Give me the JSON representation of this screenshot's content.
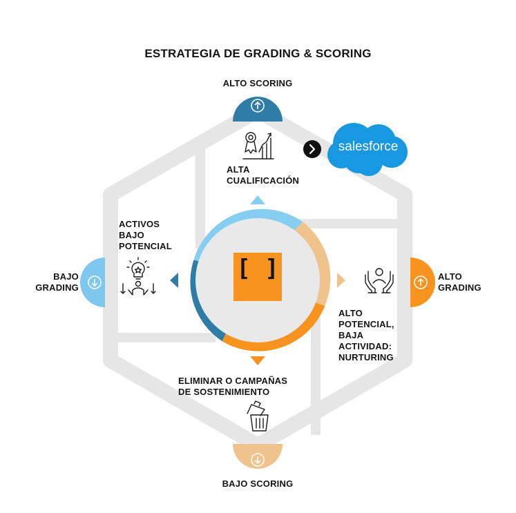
{
  "title": "ESTRATEGIA DE GRADING & SCORING",
  "axes": {
    "top": "ALTO SCORING",
    "bottom": "BAJO SCORING",
    "left": [
      "BAJO",
      "GRADING"
    ],
    "right": [
      "ALTO",
      "GRADING"
    ]
  },
  "quadrants": {
    "top": [
      "ALTA",
      "CUALIFICACIÓN"
    ],
    "left": [
      "ACTIVOS",
      "BAJO",
      "POTENCIAL"
    ],
    "right": [
      "ALTO",
      "POTENCIAL,",
      "BAJA",
      "ACTIVIDAD:",
      "NURTURING"
    ],
    "bottom": [
      "ELIMINAR O CAMPAÑAS",
      "DE SOSTENIMIENTO"
    ]
  },
  "salesforce": {
    "text": "salesforce"
  },
  "logo": {
    "text": "[ ]"
  },
  "icons": {
    "top": "up-arrow-icon",
    "bottom": "down-arrow-icon",
    "left": "down-arrow-icon",
    "right": "up-arrow-icon",
    "quadrant_top": "growth-chart-icon",
    "quadrant_left": "lightbulb-person-icon",
    "quadrant_right": "hands-care-icon",
    "quadrant_bottom": "trash-can-icon",
    "next": "chevron-right-icon",
    "cloud": "salesforce-cloud-icon"
  },
  "colors": {
    "top_node": "#2f7da6",
    "bottom_node": "#f0c38c",
    "left_node": "#7ec8ef",
    "right_node": "#f7931e",
    "ring_top": "#86cdf2",
    "ring_left": "#2f7da6",
    "ring_right": "#f0c38c",
    "ring_bottom": "#f7931e",
    "frame": "#e6e6e6",
    "center_circle": "#e9e9e9",
    "logo": "#f7931e",
    "salesforce": "#1798e0",
    "text": "#141414"
  }
}
